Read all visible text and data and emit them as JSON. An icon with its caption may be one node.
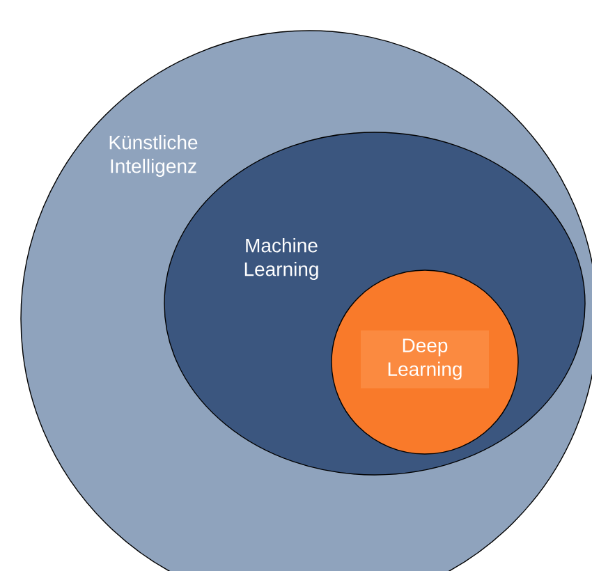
{
  "diagram": {
    "nodes": [
      {
        "text": [
          "Künstliche Intelligenz"
        ]
      },
      {
        "text": [
          "Machine Learning"
        ],
        "in": 0
      },
      {
        "text": [
          "Deep Learning"
        ],
        "in": 1
      }
    ]
  }
}
